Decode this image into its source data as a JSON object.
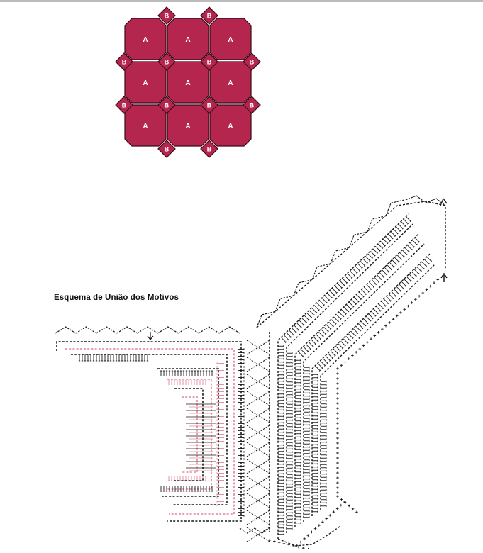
{
  "title": "Esquema de União dos Motivos",
  "motifs": {
    "octagon_label": "A",
    "square_label": "B",
    "fill_color": "#b5264f",
    "stroke_color": "#3a0a18",
    "text_color": "#ffffff"
  },
  "chart_colors": {
    "stitch": "#1a1a1a",
    "highlight": "#e3849a"
  }
}
